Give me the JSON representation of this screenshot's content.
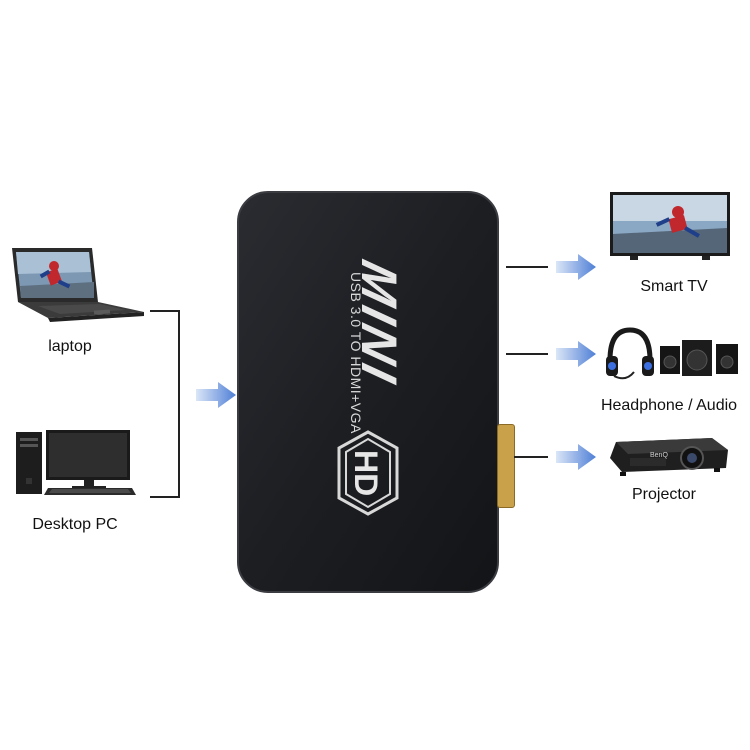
{
  "sources": [
    {
      "label": "laptop"
    },
    {
      "label": "Desktop PC"
    }
  ],
  "outputs": [
    {
      "label": "Smart TV"
    },
    {
      "label": "Headphone / Audio"
    },
    {
      "label": "Projector"
    }
  ],
  "device": {
    "brand_text": "MINI",
    "hd_text": "HD",
    "model_text": "USB 3.0 TO HDMI+VGA",
    "projector_brand": "BenQ"
  },
  "colors": {
    "arrow": "#4f7fd6",
    "device_body": "#1c1e22",
    "connector": "#c9a14a"
  }
}
